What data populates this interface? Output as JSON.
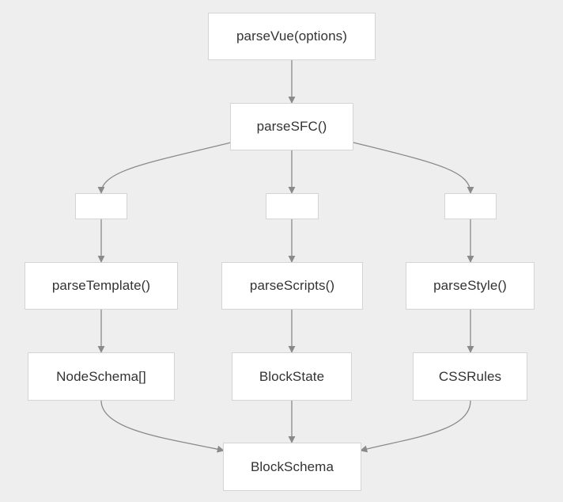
{
  "nodes": {
    "parse_vue": "parseVue(options)",
    "parse_sfc": "parseSFC()",
    "empty_left": "",
    "empty_mid": "",
    "empty_right": "",
    "parse_template": "parseTemplate()",
    "parse_scripts": "parseScripts()",
    "parse_style": "parseStyle()",
    "node_schema": "NodeSchema[]",
    "block_state": "BlockState",
    "css_rules": "CSSRules",
    "block_schema": "BlockSchema"
  },
  "colors": {
    "background": "#efeeee",
    "node_fill": "#ffffff",
    "node_border": "#d4d4d4",
    "edge": "#8a8a8a",
    "text": "#333333"
  }
}
